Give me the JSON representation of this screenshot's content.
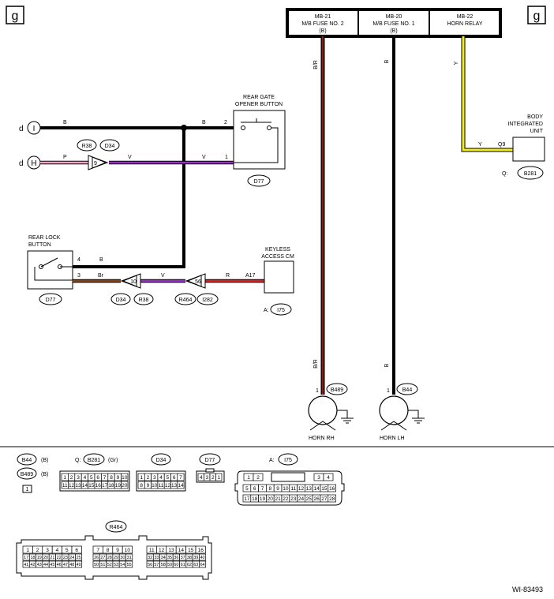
{
  "corner_markers": {
    "left": "g",
    "right": "g"
  },
  "fuse_box": {
    "cells": [
      {
        "line1": "MB-21",
        "line2": "M/B FUSE NO. 2",
        "line3": "(B)"
      },
      {
        "line1": "MB-20",
        "line2": "M/B FUSE NO. 1",
        "line3": "(B)"
      },
      {
        "line1": "MB-22",
        "line2": "HORN RELAY",
        "line3": ""
      }
    ]
  },
  "wire_colors": {
    "B": "#000000",
    "BR": "#8B1A1A",
    "Y": "#F2EE1E",
    "P": "#F4A6C8",
    "V": "#9B30C8",
    "Br": "#8B4513",
    "R": "#E02020"
  },
  "wire_labels": {
    "br_top": "B/R",
    "b_top": "B",
    "y_top": "Y",
    "br_bottom": "B/R",
    "b_bottom": "B",
    "y_body": "Y",
    "b_left": "B",
    "p_left": "P",
    "v_mid": "V",
    "b_gate": "B",
    "v_gate": "V",
    "b_lock": "B",
    "br_lock": "Br",
    "v_lock": "V",
    "r_keyless": "R"
  },
  "pins": {
    "gate_2": "2",
    "gate_1": "1",
    "lock_4": "4",
    "lock_3": "3",
    "keyless_a17": "A17",
    "body_q9": "Q9",
    "horn_rh": "1",
    "horn_lh": "1"
  },
  "connections": {
    "d_i": "d",
    "d_h": "d",
    "i": "I",
    "h": "H"
  },
  "in_line": {
    "r38_d34_top": {
      "left": "R38",
      "right": "D34",
      "pin": "9"
    },
    "d34_r38_bottom": {
      "left": "D34",
      "right": "R38",
      "pin": "10"
    },
    "r464_i282": {
      "left": "R464",
      "right": "I282",
      "pin": "56"
    }
  },
  "components": {
    "rear_gate": {
      "line1": "REAR GATE",
      "line2": "OPENER BUTTON",
      "ref": "D77"
    },
    "rear_lock": {
      "line1": "REAR LOCK",
      "line2": "BUTTON",
      "ref": "D77"
    },
    "keyless": {
      "line1": "KEYLESS",
      "line2": "ACCESS CM",
      "prefix": "A:",
      "ref": "I75"
    },
    "body": {
      "line1": "BODY",
      "line2": "INTEGRATED",
      "line3": "UNIT",
      "prefix": "Q:",
      "ref": "B281"
    },
    "horn_rh": {
      "label": "HORN RH",
      "ref": "B489"
    },
    "horn_lh": {
      "label": "HORN LH",
      "ref": "B44"
    }
  },
  "connector_legend": {
    "b44": {
      "ref": "B44",
      "note": "(B)"
    },
    "b489": {
      "ref": "B489",
      "note": "(B)",
      "pins": [
        "1"
      ]
    },
    "b281": {
      "prefix": "Q:",
      "ref": "B281",
      "note": "(Gr)",
      "row1": [
        "1",
        "2",
        "3",
        "4",
        "5",
        "6",
        "7",
        "8",
        "9",
        "10"
      ],
      "row2": [
        "11",
        "12",
        "13",
        "14",
        "15",
        "16",
        "17",
        "18",
        "19",
        "20"
      ]
    },
    "d34": {
      "ref": "D34",
      "row1": [
        "1",
        "2",
        "3",
        "4",
        "5",
        "6",
        "7"
      ],
      "row2": [
        "8",
        "9",
        "10",
        "11",
        "12",
        "13",
        "14"
      ]
    },
    "d77": {
      "ref": "D77",
      "row1": [
        "4",
        "3",
        "2",
        "1"
      ]
    },
    "i75": {
      "prefix": "A:",
      "ref": "I75",
      "row1a": [
        "1",
        "2"
      ],
      "row1b": [
        "3",
        "4"
      ],
      "row2": [
        "5",
        "6",
        "7",
        "8",
        "9",
        "10",
        "11",
        "12",
        "13",
        "14",
        "15",
        "16"
      ],
      "row3": [
        "17",
        "18",
        "19",
        "20",
        "21",
        "22",
        "23",
        "24",
        "25",
        "26",
        "27",
        "28"
      ]
    },
    "r464": {
      "ref": "R464",
      "row1a": [
        "1",
        "2",
        "3",
        "4",
        "5",
        "6"
      ],
      "row1b": [
        "7",
        "8",
        "9",
        "10"
      ],
      "row1c": [
        "11",
        "12",
        "13",
        "14",
        "15",
        "16"
      ],
      "row2a": [
        "17",
        "18",
        "19",
        "20",
        "21",
        "22",
        "23",
        "24",
        "25"
      ],
      "row2b": [
        "26",
        "27",
        "28",
        "29",
        "30",
        "31"
      ],
      "row2c": [
        "32",
        "33",
        "34",
        "35",
        "36",
        "37",
        "38",
        "39",
        "40"
      ],
      "row3a": [
        "41",
        "42",
        "43",
        "44",
        "45",
        "46",
        "47",
        "48",
        "49"
      ],
      "row3b": [
        "50",
        "51",
        "52",
        "53",
        "54",
        "55"
      ],
      "row3c": [
        "56",
        "57",
        "58",
        "59",
        "60",
        "61",
        "62",
        "63",
        "64"
      ]
    }
  },
  "diagram_id": "WI-83493"
}
